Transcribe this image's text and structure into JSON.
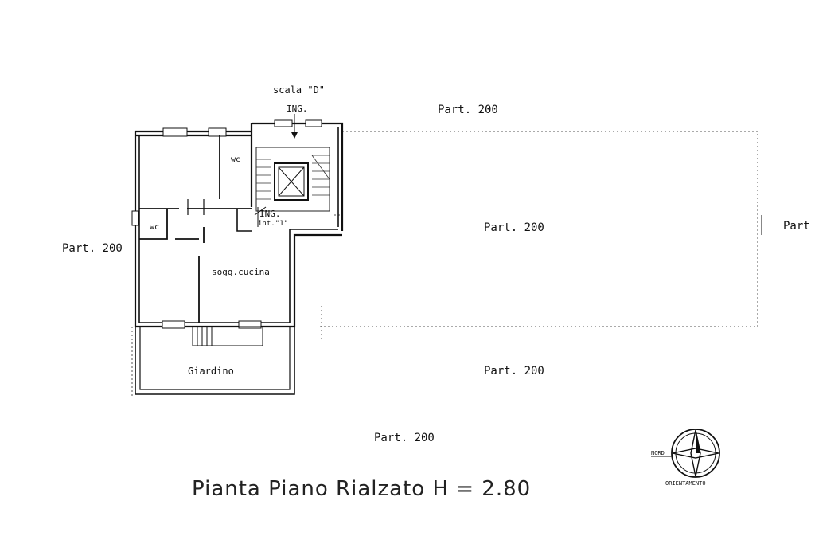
{
  "labels": {
    "stair": "scala \"D\"",
    "entrance_top": "ING.",
    "entrance_int": "ING.",
    "int_number": "int.\"1\"",
    "wc_upper": "wc",
    "wc_lower": "wc",
    "living_kitchen": "sogg.cucina",
    "garden": "Giardino",
    "north": "NORD",
    "orientation": "ORIENTAMENTO"
  },
  "parcels": {
    "top": "Part. 200",
    "center": "Part. 200",
    "right": "Part",
    "left": "Part. 200",
    "below": "Part. 200",
    "bottom": "Part. 200"
  },
  "title": "Pianta Piano Rialzato H = 2.80"
}
